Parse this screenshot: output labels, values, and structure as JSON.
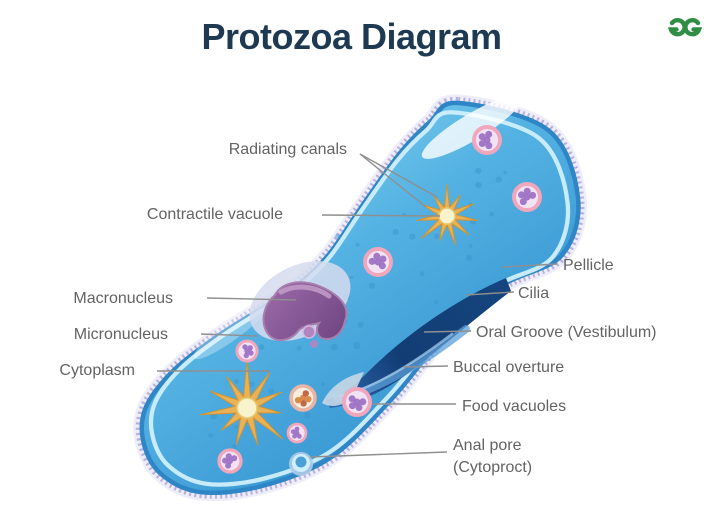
{
  "header": {
    "title": "Protozoa Diagram",
    "logo": {
      "name": "GeeksforGeeks",
      "icon": "geeksforgeeks-logo-icon",
      "color": "#2f8d46"
    }
  },
  "diagram": {
    "subject": "Protozoa (paramecium) cell",
    "labels": {
      "radiating_canals": "Radiating canals",
      "contractile_vacuole": "Contractile vacuole",
      "macronucleus": "Macronucleus",
      "micronucleus": "Micronucleus",
      "cytoplasm": "Cytoplasm",
      "pellicle": "Pellicle",
      "cilia": "Cilia",
      "oral_groove": "Oral Groove (Vestibulum)",
      "buccal_overture": "Buccal overture",
      "food_vacuoles": "Food vacuoles",
      "anal_pore_line1": "Anal pore",
      "anal_pore_line2": "(Cytoproct)"
    },
    "colors": {
      "title_text": "#1d3a52",
      "label_text": "#636363",
      "leader_line": "#8f8f8f",
      "logo_green": "#2f8d46",
      "cell_body_light": "#8ed7f2",
      "cell_body_mid": "#47a7da",
      "cell_body_deep": "#2d7fc0",
      "pellicle_stroke": "#2f86c6",
      "inner_membrane": "#cfeffc",
      "cilia_fringe": "#b2aede",
      "oral_groove_dark": "#123c74",
      "macronucleus_purple": "#7b4f8e",
      "micronucleus_purple": "#b285c0",
      "star_gold": "#eab255",
      "vacuole_ring_pink": "#f2a6bc",
      "vacuole_dot_purple": "#9a6cc2"
    }
  }
}
